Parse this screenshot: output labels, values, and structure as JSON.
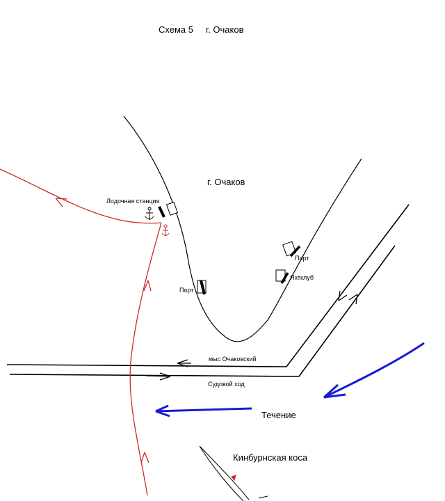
{
  "title": "Схема 5     г. Очаков",
  "labels": {
    "city": "г. Очаков",
    "boat_station": "Лодочная станция",
    "port_left": "Порт",
    "port_right": "Порт",
    "yacht_club": "Яхтклуб",
    "cape": "мыс Очаковский",
    "fairway": "Судовой ход",
    "current": "Течение",
    "spit": "Кинбурнская коса"
  },
  "colors": {
    "shore": "#000000",
    "route": "#cc2a2a",
    "current": "#1a1ad0"
  },
  "icons": [
    "anchor-icon",
    "pier-icon"
  ]
}
